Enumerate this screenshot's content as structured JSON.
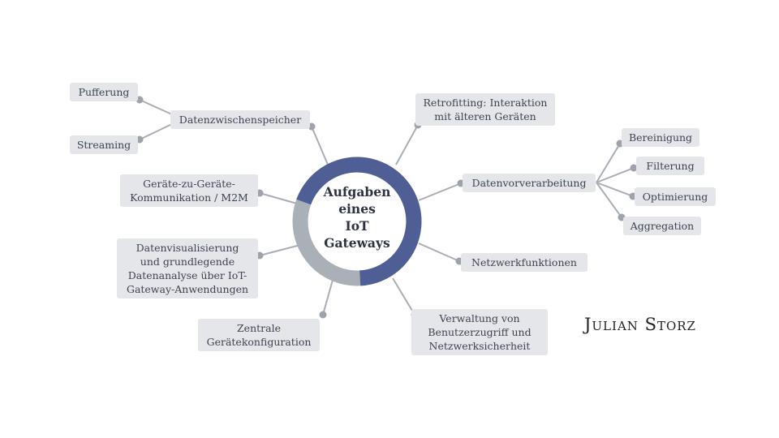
{
  "center": {
    "lines": [
      "Aufgaben",
      "eines",
      "IoT",
      "Gateways"
    ]
  },
  "nodes": {
    "pufferung": {
      "lines": [
        "Pufferung"
      ]
    },
    "streaming": {
      "lines": [
        "Streaming"
      ]
    },
    "datenzwischenspeicher": {
      "lines": [
        "Datenzwischenspeicher"
      ]
    },
    "m2m": {
      "lines": [
        "Geräte-zu-Geräte-",
        "Kommunikation / M2M"
      ]
    },
    "visualisierung": {
      "lines": [
        "Datenvisualisierung",
        "und grundlegende",
        "Datenanalyse über IoT-",
        "Gateway-Anwendungen"
      ]
    },
    "zentrale": {
      "lines": [
        "Zentrale",
        "Gerätekonfiguration"
      ]
    },
    "retrofitting": {
      "lines": [
        "Retrofitting: Interaktion",
        "mit älteren Geräten"
      ]
    },
    "datenvorverarbeitung": {
      "lines": [
        "Datenvorverarbeitung"
      ]
    },
    "bereinigung": {
      "lines": [
        "Bereinigung"
      ]
    },
    "filterung": {
      "lines": [
        "Filterung"
      ]
    },
    "optimierung": {
      "lines": [
        "Optimierung"
      ]
    },
    "aggregation": {
      "lines": [
        "Aggregation"
      ]
    },
    "netzwerkfunktionen": {
      "lines": [
        "Netzwerkfunktionen"
      ]
    },
    "verwaltung": {
      "lines": [
        "Verwaltung von",
        "Benutzerzugriff und",
        "Netzwerksicherheit"
      ]
    }
  },
  "brand": "Julian Storz",
  "colors": {
    "ring_primary": "#4f5f95",
    "ring_secondary": "#aab0b8",
    "node_bg": "#e4e6ea",
    "connector": "#a9adb5"
  }
}
